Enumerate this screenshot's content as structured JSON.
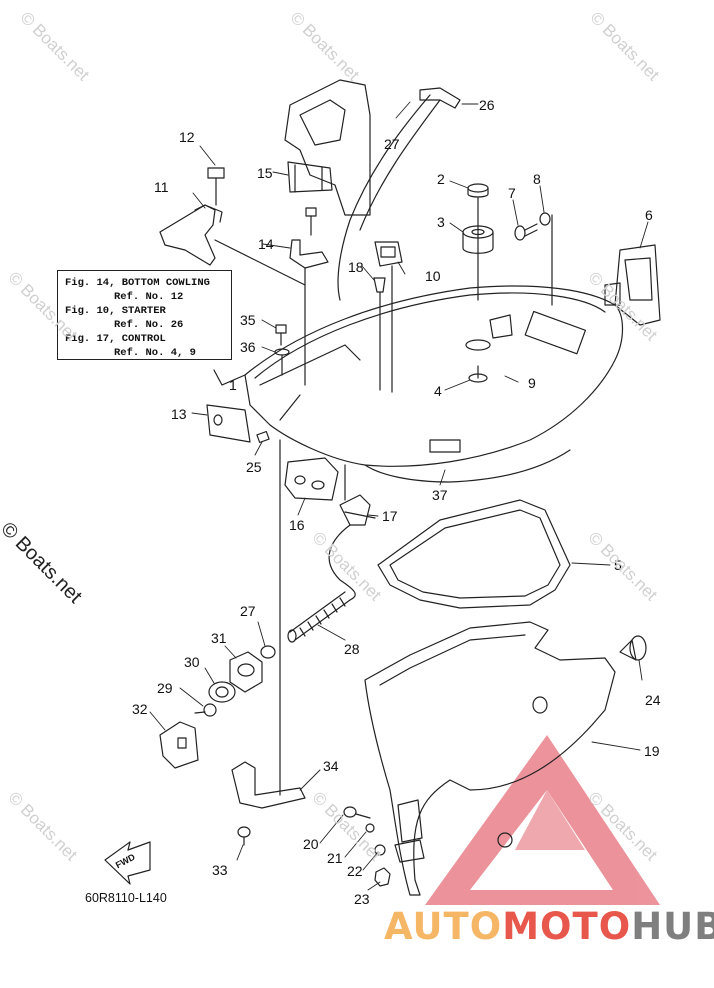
{
  "reference_box": [
    {
      "text": "Fig. 14, BOTTOM COWLING",
      "indent": false
    },
    {
      "text": "Ref. No. 12",
      "indent": true
    },
    {
      "text": "Fig. 10, STARTER",
      "indent": false
    },
    {
      "text": "Ref. No. 26",
      "indent": true
    },
    {
      "text": "Fig. 17, CONTROL",
      "indent": false
    },
    {
      "text": "Ref. No. 4, 9",
      "indent": true
    }
  ],
  "part_numbers": [
    "1",
    "2",
    "3",
    "4",
    "5",
    "6",
    "7",
    "8",
    "9",
    "10",
    "11",
    "12",
    "13",
    "14",
    "15",
    "16",
    "17",
    "18",
    "19",
    "20",
    "21",
    "22",
    "23",
    "24",
    "25",
    "26",
    "27",
    "27",
    "28",
    "29",
    "30",
    "31",
    "32",
    "33",
    "34",
    "35",
    "36",
    "37"
  ],
  "diagram_code": "60R8110-L140",
  "fwd_label": "FWD",
  "watermark": "© Boats.net",
  "side_watermark": "© Boats.net",
  "brand": {
    "part1": "AUTO",
    "part2": "MOTO",
    "part3": "HUB",
    "colors": [
      "#f5b766",
      "#e8574b",
      "#7f7f7f"
    ]
  },
  "line_color": "#222222"
}
